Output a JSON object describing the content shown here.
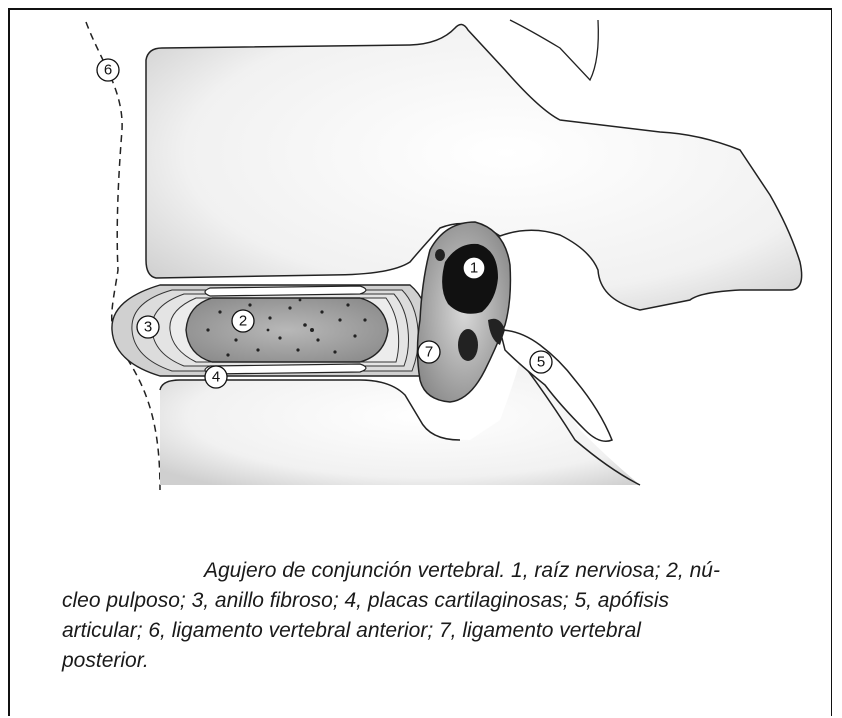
{
  "labels": [
    "1",
    "2",
    "3",
    "4",
    "5",
    "6",
    "7"
  ],
  "caption_lines": [
    "Agujero de conjunción vertebral. 1, raíz nerviosa; 2, nú-",
    "cleo pulposo; 3, anillo fibroso; 4, placas cartilaginosas; 5, apófisis",
    "articular; 6, ligamento vertebral anterior; 7, ligamento vertebral",
    "posterior."
  ]
}
